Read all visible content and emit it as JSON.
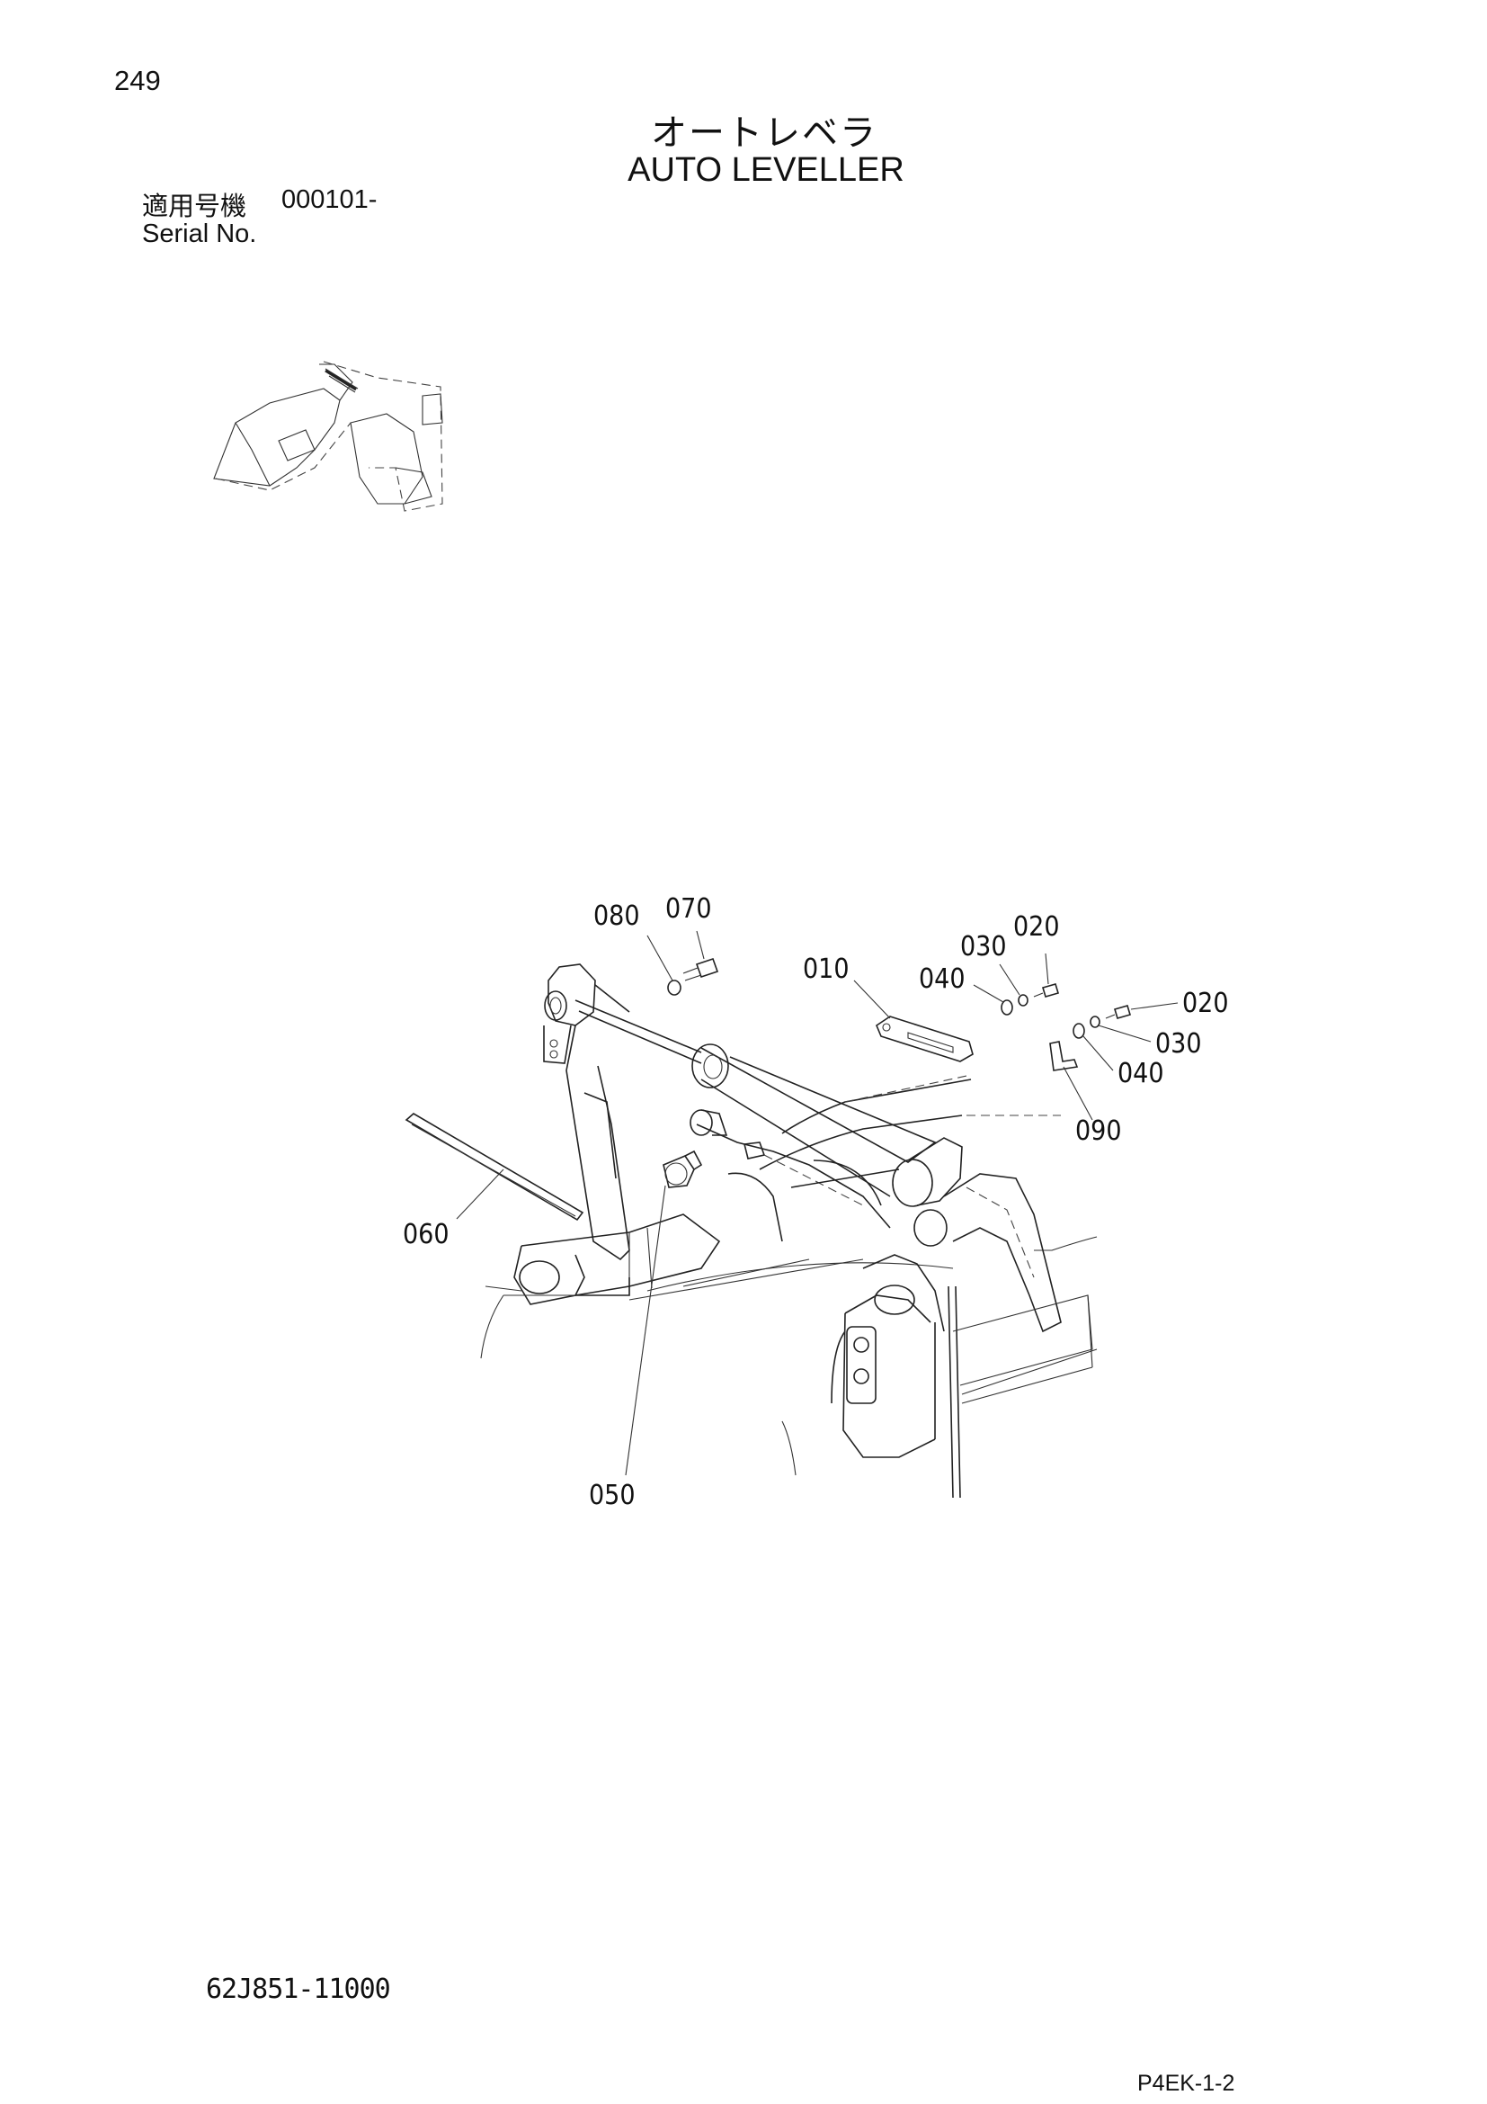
{
  "page_number": "249",
  "title_ja": "オートレベラ",
  "title_en": "AUTO LEVELLER",
  "serial": {
    "label_ja": "適用号機",
    "value": "000101-",
    "label_en": "Serial No."
  },
  "callouts": {
    "p010": "010",
    "p020a": "020",
    "p020b": "020",
    "p030a": "030",
    "p030b": "030",
    "p040a": "040",
    "p040b": "040",
    "p050": "050",
    "p060": "060",
    "p070": "070",
    "p080": "080",
    "p090": "090"
  },
  "footer": {
    "part_code": "62J851-11000",
    "page_code": "P4EK-1-2"
  }
}
